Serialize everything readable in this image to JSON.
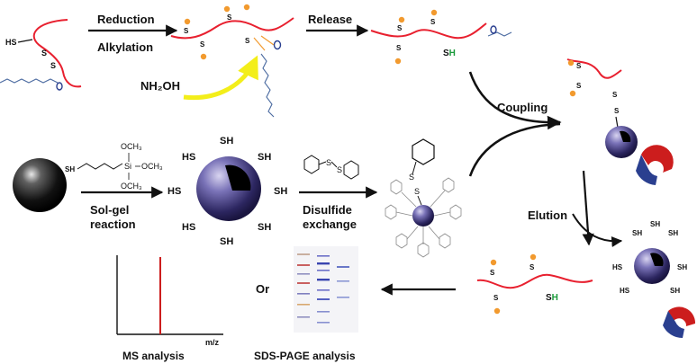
{
  "steps": {
    "reduction": "Reduction",
    "alkylation": "Alkylation",
    "release": "Release",
    "coupling": "Coupling",
    "elution": "Elution",
    "sol_gel_1": "Sol-gel",
    "sol_gel_2": "reaction",
    "disulfide_1": "Disulfide",
    "disulfide_2": "exchange",
    "or": "Or"
  },
  "reagents": {
    "nh2oh": "NH₂OH",
    "och3": "OCH₃",
    "si": "Si",
    "sh": "SH",
    "s": "S",
    "hs": "HS"
  },
  "analysis": {
    "ms": "MS analysis",
    "ms_axis": "m/z",
    "sds": "SDS-PAGE analysis"
  },
  "colors": {
    "peptide": "#e8202f",
    "cap": "#f29a2e",
    "bead": "#3a3472",
    "arrow": "#111111",
    "yellow_arrow": "#f3ee1a",
    "free_thiol": "#1a9a3a",
    "magnet_red": "#cc1d1d",
    "magnet_blue": "#2a3f8f"
  }
}
